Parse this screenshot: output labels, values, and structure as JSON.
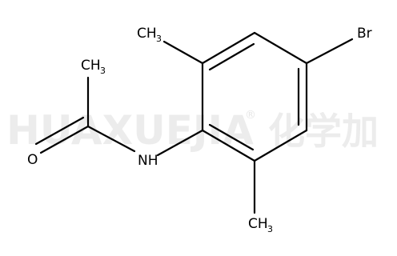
{
  "watermark": {
    "text": "HUAXUEJIA",
    "registered": "®",
    "chinese": "化学加"
  },
  "atoms": {
    "methyl_top": {
      "main": "CH",
      "sub": "3"
    },
    "bromine": {
      "main": "Br"
    },
    "methyl_acetyl": {
      "main": "CH",
      "sub": "3"
    },
    "oxygen": {
      "main": "O"
    },
    "amide_nh": {
      "main": "NH"
    },
    "methyl_bottom": {
      "main": "CH",
      "sub": "3"
    }
  },
  "colors": {
    "ink": "#000000",
    "watermark": "#ececec"
  }
}
